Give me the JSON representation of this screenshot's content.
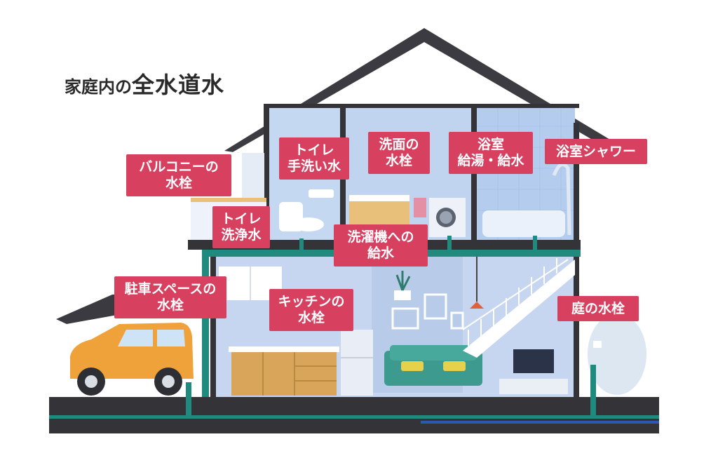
{
  "title": {
    "prefix": "家庭内の",
    "main": "全水道水"
  },
  "colors": {
    "callout": "#d7405f",
    "wall_dark": "#333338",
    "pipe": "#1f8a7d",
    "room_blue": "#bcd2ee",
    "floor_wood": "#e8c07a",
    "car": "#f0a23a",
    "sofa": "#3d9a8e"
  },
  "labels": {
    "balcony": "バルコニーの\n水栓",
    "toilet_hand": "トイレ\n手洗い水",
    "wash_face": "洗面の\n水栓",
    "bath_hot": "浴室\n給湯・給水",
    "bath_shower": "浴室シャワー",
    "toilet_flush": "トイレ\n洗浄水",
    "washer": "洗濯機への\n給水",
    "parking": "駐車スペースの\n水栓",
    "kitchen": "キッチンの\n水栓",
    "garden": "庭の水栓"
  }
}
